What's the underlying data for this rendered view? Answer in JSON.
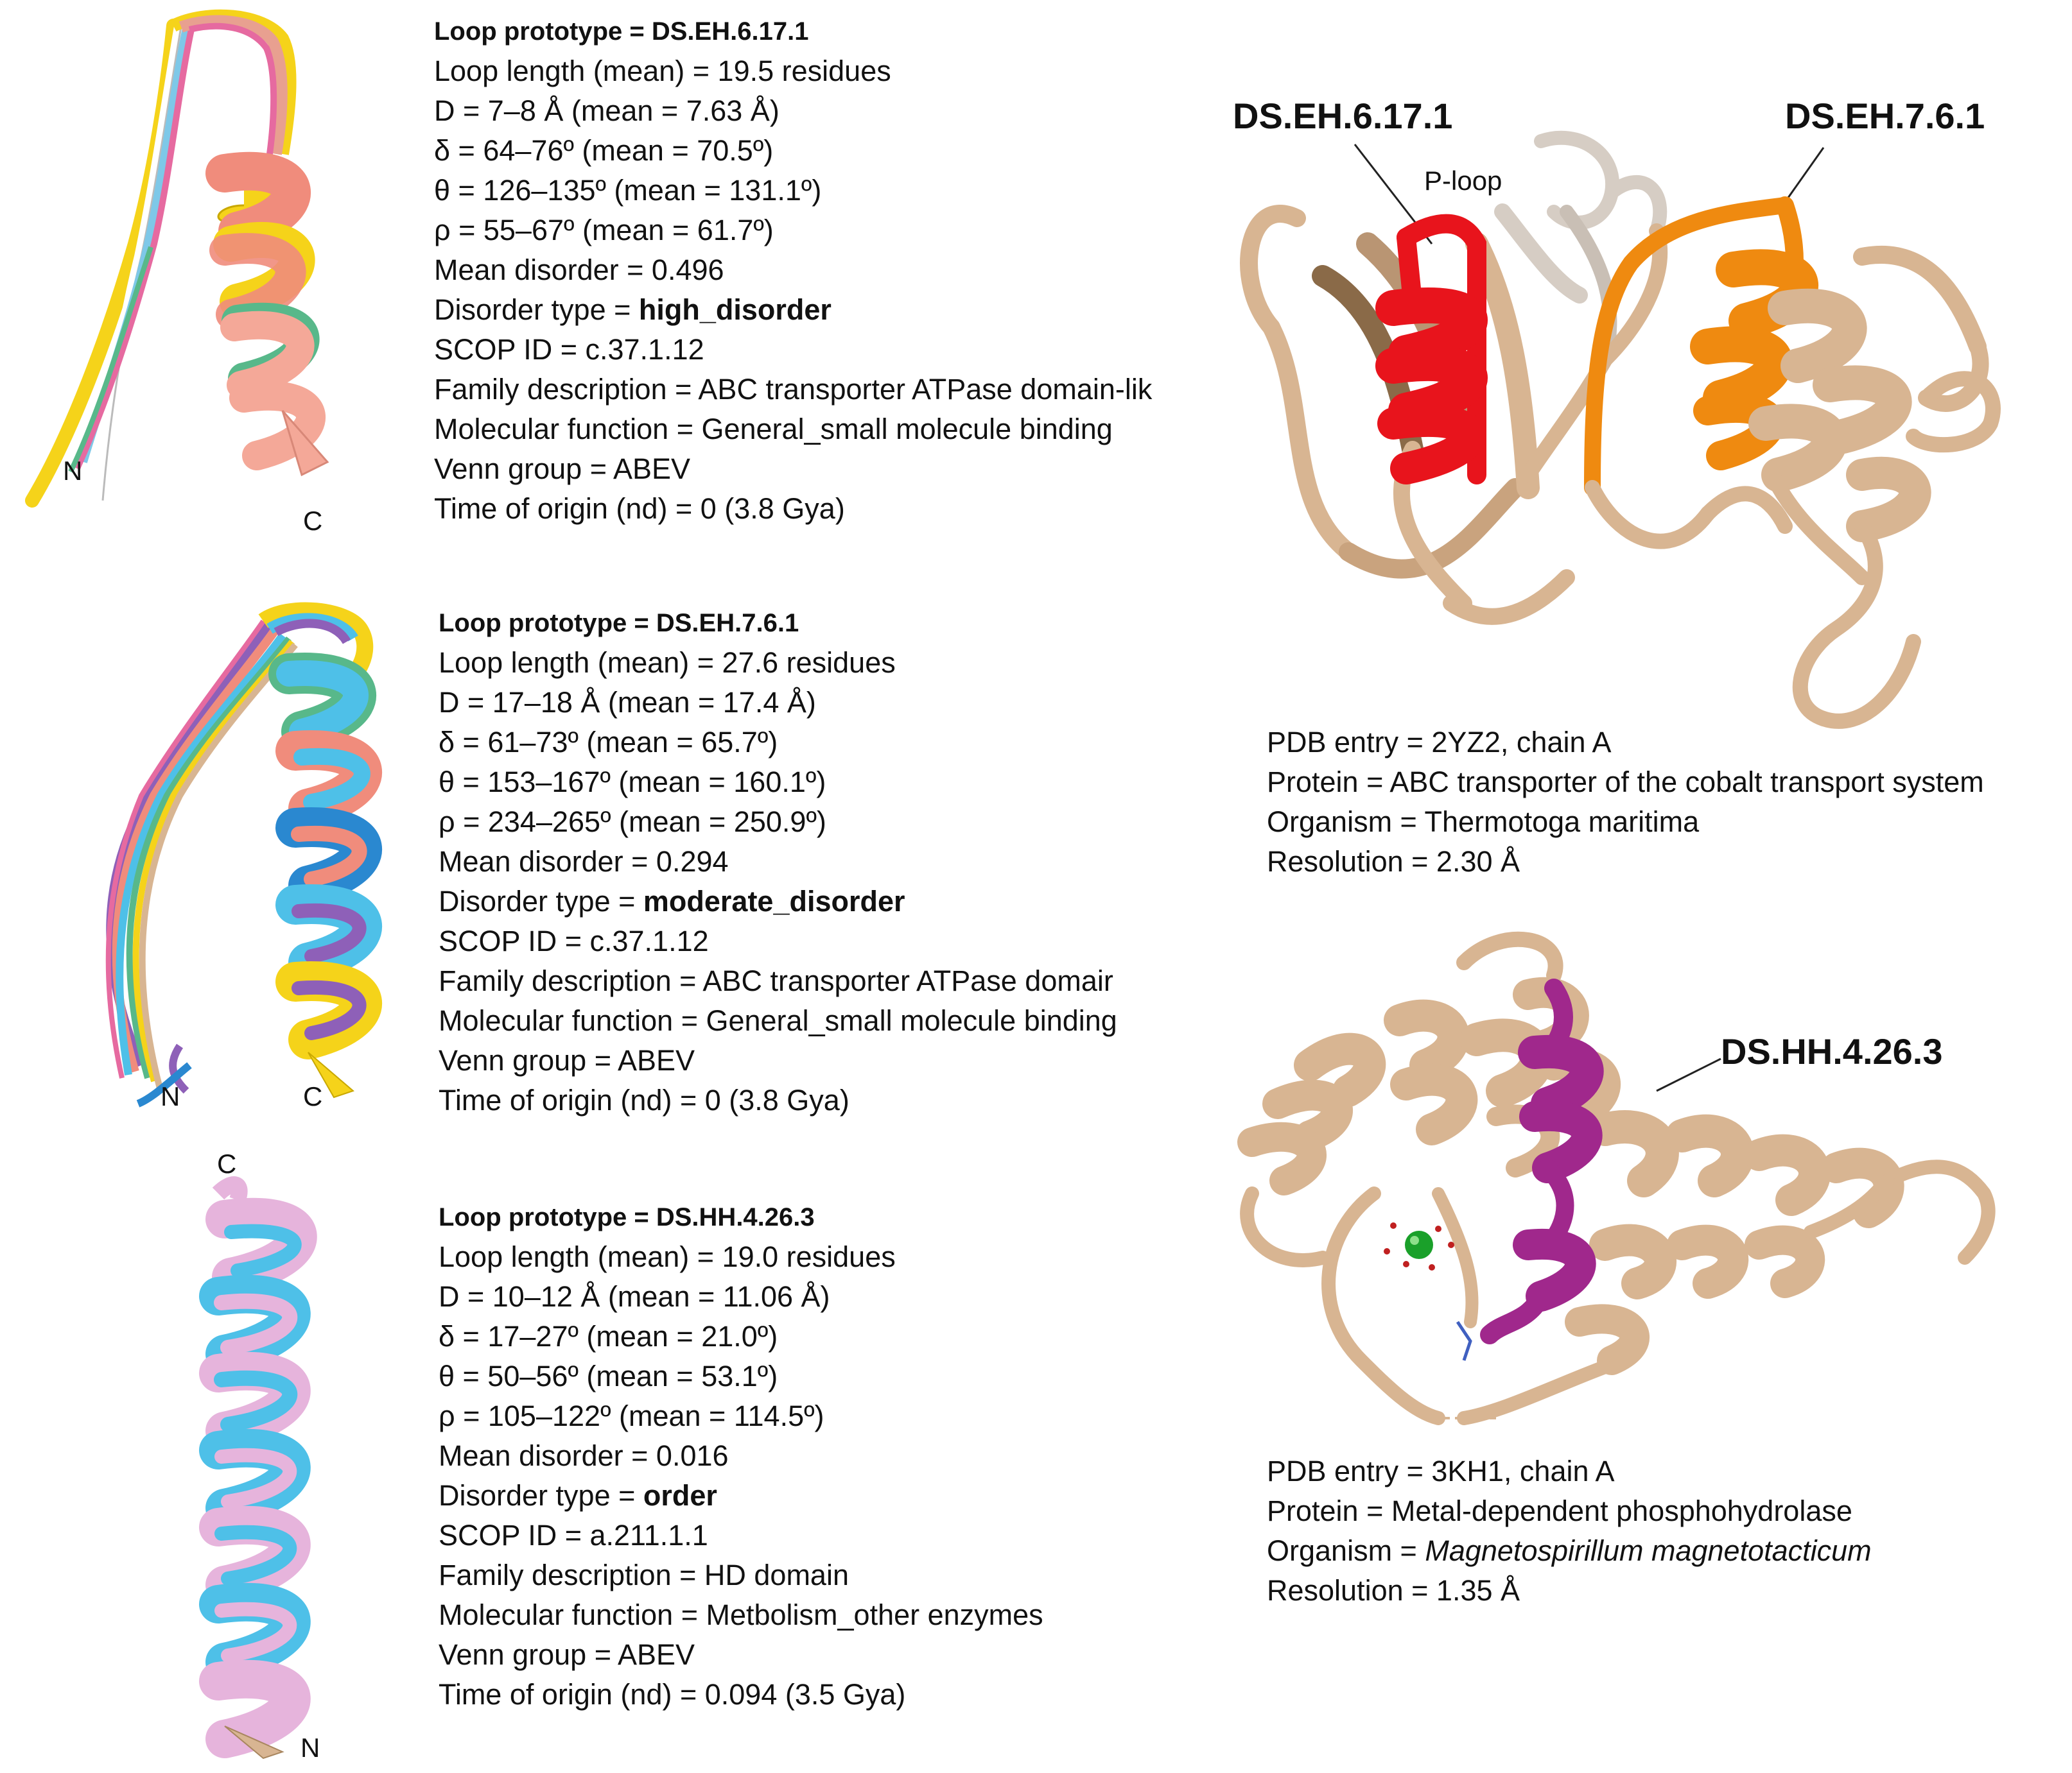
{
  "panels": [
    {
      "title": "Loop prototype = DS.EH.6.17.1",
      "lines": [
        "Loop length (mean) = 19.5 residues",
        "D = 7–8 Å (mean = 7.63 Å)",
        "δ = 64–76º (mean = 70.5º)",
        "θ = 126–135º (mean = 131.1º)",
        "ρ = 55–67º (mean = 61.7º)",
        "Mean disorder = 0.496"
      ],
      "disorder_prefix": "Disorder type = ",
      "disorder_type": "high_disorder",
      "after": [
        "SCOP ID = c.37.1.12",
        "Family description = ABC transporter ATPase domain-lik",
        "Molecular function = General_small molecule binding",
        "Venn group = ABEV",
        "Time of origin (nd) = 0 (3.8 Gya)"
      ],
      "n_label": "N",
      "c_label": "C"
    },
    {
      "title": "Loop prototype = DS.EH.7.6.1",
      "lines": [
        "Loop length (mean) = 27.6 residues",
        "D = 17–18 Å (mean = 17.4 Å)",
        "δ = 61–73º (mean = 65.7º)",
        "θ = 153–167º (mean = 160.1º)",
        "ρ = 234–265º (mean = 250.9º)",
        "Mean disorder = 0.294"
      ],
      "disorder_prefix": "Disorder type = ",
      "disorder_type": "moderate_disorder",
      "after": [
        "SCOP ID = c.37.1.12",
        "Family description = ABC transporter ATPase domair",
        "Molecular function = General_small molecule binding",
        "Venn group = ABEV",
        "Time of origin (nd) = 0 (3.8 Gya)"
      ],
      "n_label": "N",
      "c_label": "C"
    },
    {
      "title": "Loop prototype = DS.HH.4.26.3",
      "lines": [
        "Loop length (mean) = 19.0 residues",
        "D = 10–12 Å (mean = 11.06 Å)",
        "δ = 17–27º (mean = 21.0º)",
        "θ = 50–56º (mean = 53.1º)",
        "ρ = 105–122º (mean = 114.5º)",
        "Mean disorder = 0.016"
      ],
      "disorder_prefix": "Disorder type = ",
      "disorder_type": "order",
      "after": [
        "SCOP ID = a.211.1.1",
        "Family description = HD domain",
        "Molecular function = Metbolism_other enzymes",
        "Venn group = ABEV",
        "Time of origin (nd) = 0.094 (3.5 Gya)"
      ],
      "n_label": "N",
      "c_label": "C"
    }
  ],
  "structures": [
    {
      "labels": [
        "DS.EH.6.17.1",
        "DS.EH.7.6.1"
      ],
      "inner_label": "P-loop",
      "pdb_entry": "PDB entry = 2YZ2, chain A",
      "protein": "Protein = ABC transporter of the cobalt transport system",
      "organism_prefix": "Organism = ",
      "organism": "Thermotoga maritima",
      "resolution": "Resolution = 2.30 Å"
    },
    {
      "labels": [
        "DS.HH.4.26.3"
      ],
      "pdb_entry": "PDB entry = 3KH1, chain A",
      "protein": "Protein = Metal-dependent phosphohydrolase",
      "organism_prefix": "Organism = ",
      "organism": "Magnetospirillum magnetotacticum",
      "resolution": "Resolution = 1.35 Å"
    }
  ],
  "colors": {
    "ribbon": "#d8b592",
    "ribbon_dark": "#a8865f",
    "highlight_red": "#e8141c",
    "highlight_orange": "#ef8a10",
    "highlight_magenta": "#a0288c",
    "salmon": "#f08c7c",
    "yellow": "#f5d31a",
    "pink": "#e6b4dc",
    "cyan": "#4ec0e8",
    "purple": "#8e60b8",
    "green": "#58b88a",
    "ion_green": "#1aa02a"
  }
}
